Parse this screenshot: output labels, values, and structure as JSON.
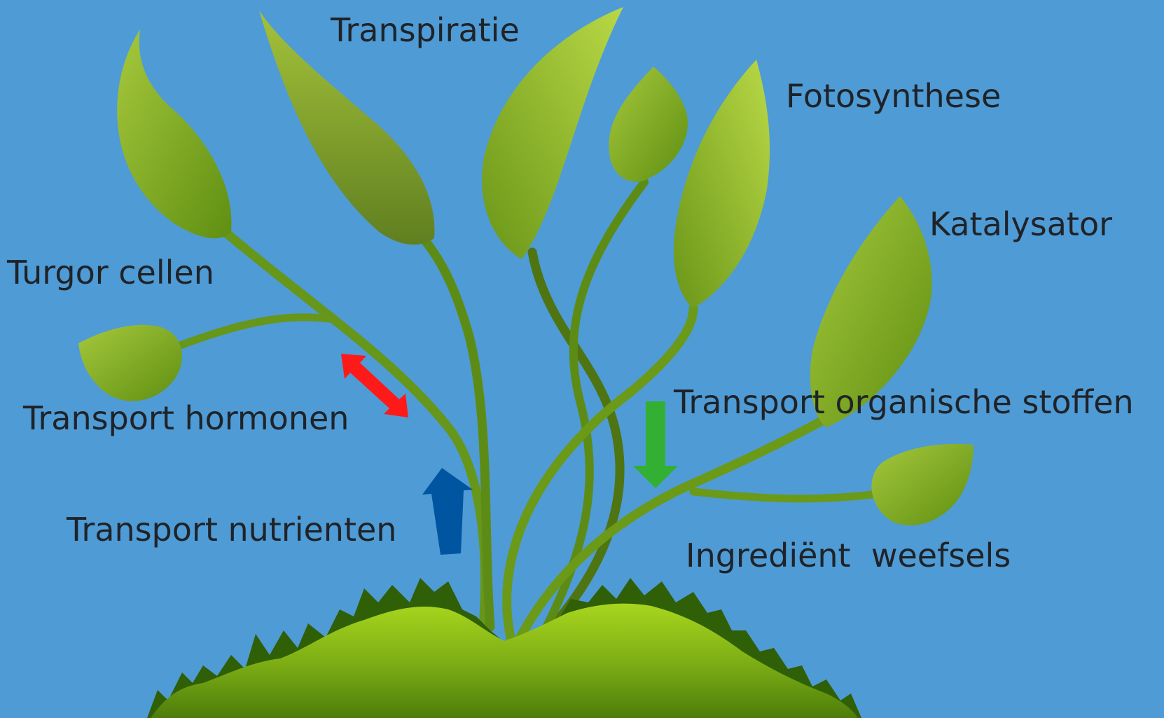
{
  "labels": {
    "transpiratie": "Transpiratie",
    "fotosynthese": "Fotosynthese",
    "katalysator": "Katalysator",
    "turgor": "Turgor cellen",
    "hormonen": "Transport hormonen",
    "organische": "Transport organische stoffen",
    "nutrienten": "Transport nutrienten",
    "ingredient": "Ingrediënt  weefsels"
  },
  "colors": {
    "background": "#4f9bd5",
    "arrow_hormonen": "#ff1a1a",
    "arrow_nutrienten": "#0055a0",
    "arrow_organische": "#33b033",
    "stem": "#5a8c12",
    "ground_light": "#8cc21a",
    "ground_dark": "#2f5f06"
  },
  "icons": {
    "hormonen_arrow": "double-arrow-icon",
    "nutrienten_arrow": "up-arrow-icon",
    "organische_arrow": "down-arrow-icon"
  }
}
